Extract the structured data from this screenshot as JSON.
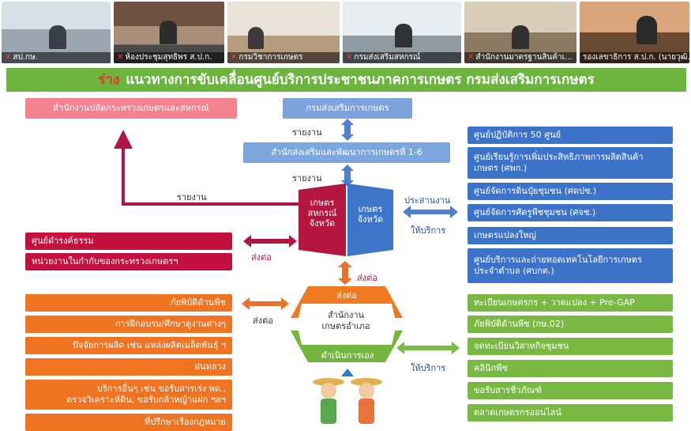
{
  "video_tiles": [
    {
      "name": "สป.กษ.",
      "bg": "#b7c6d6"
    },
    {
      "name": "ห้องประชุมสุทธิพร ส.ป.ก.",
      "bg": "#8a6a52"
    },
    {
      "name": "กรมวิชาการเกษตร",
      "bg": "#cdbfa8"
    },
    {
      "name": "กรมส่งเสริมสหกรณ์",
      "bg": "#c9d3d8"
    },
    {
      "name": "สำนักงานมาตรฐานสินค้าเ...",
      "bg": "#b9a892"
    },
    {
      "name": "รองเลขาธิการ ส.ป.ก. (นายวุฒิ...",
      "bg": "#c58e62"
    }
  ],
  "slide": {
    "draft_word": "ร่าง",
    "title": "แนวทางการขับเคลื่อนศูนย์บริการประชาชนภาคการเกษตร กรมส่งเสริมการเกษตร",
    "ops_office": "สำนักงานปลัดกระทรวงเกษตรและสหกรณ์",
    "doae": "กรมส่งเสริมการเกษตร",
    "regional": "สำนักส่งเสริมและพัฒนาการเกษตรที่ 1-6",
    "report_top": "รายงาน",
    "report_mid": "รายงาน",
    "report_left": "รายงาน",
    "province_coop": "เกษตร\nสหกรณ์\nจังหวัด",
    "province_agri": "เกษตร\nจังหวัด",
    "coordinate": "ประสานงาน",
    "service_right_upper": "ให้บริการ",
    "forward_left": "ส่งต่อ",
    "forward_down": "ส่งต่อ",
    "forward_orange": "ส่งต่อ",
    "district_top": "ส่งต่อ",
    "district_office": "สำนักงาน\nเกษตรอำเภอ",
    "district_bottom": "ดำเนินการเอง",
    "service_right_lower": "ให้บริการ",
    "left_red": [
      "ศูนย์ดำรงค์ธรรม",
      "หน่วยงานในกำกับของกระทรวงเกษตรฯ"
    ],
    "right_blue": [
      "ศูนย์ปฏิบัติการ 50 ศูนย์",
      "ศูนย์เรียนรู้การเพิ่มประสิทธิภาพการผลิตสินค้า\nเกษตร (ศพก.)",
      "ศูนย์จัดการดินปุ๋ยชุมชน (ศดปช.)",
      "ศูนย์จัดการศัตรูพืชชุมชน (ศจช.)",
      "เกษตรแปลงใหญ่",
      "ศูนย์บริการและถ่ายทอดเทคโนโลยีการเกษตร\nประจำตำบล (ศบกต.)"
    ],
    "left_orange": [
      "ภัยพิบัติด้านพืช",
      "การฝึกอบรม/ศึกษาดูงานต่างๆ",
      "ปัจจัยการผลิต เช่น แหล่งผลิตเมล็ดพันธุ์ ฯ",
      "ฝนหลวง",
      "บริการอื่นๆ เช่น ขอรับสารเร่ง พด.,\nตรวจวิเคราะห์ดิน, ขอรับกล้าหญ้าแฝก ฯลฯ",
      "ที่ปรึกษาเรื่องกฎหมาย"
    ],
    "right_green": [
      "ทะเบียนเกษตรกร + วาดแปลง + Pre-GAP",
      "ภัยพิบัติด้านพืช (กษ.02)",
      "จดทะเบียนวิสาหกิจชุมชน",
      "คลินิกพืช",
      "ขอรับสารชีวภัณฑ์",
      "ตลาดเกษตรกรออนไลน์"
    ]
  }
}
